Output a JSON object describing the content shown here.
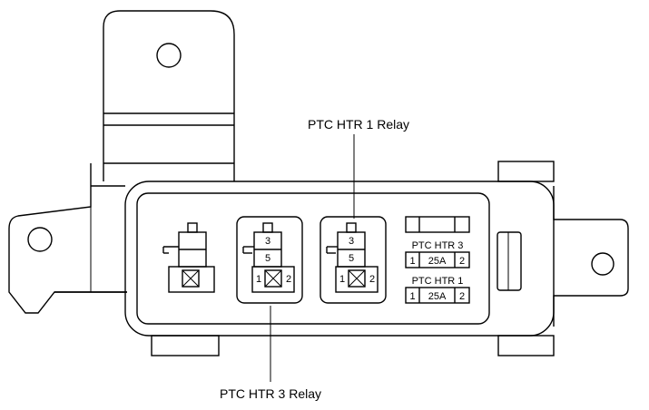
{
  "callouts": {
    "relay1": "PTC HTR 1 Relay",
    "relay3": "PTC HTR 3 Relay"
  },
  "relays": {
    "relay3_pins": {
      "top": "3",
      "mid": "5",
      "left": "1",
      "right": "2"
    },
    "relay1_pins": {
      "top": "3",
      "mid": "5",
      "left": "1",
      "right": "2"
    }
  },
  "fuses": {
    "htr3": {
      "title": "PTC HTR 3",
      "left": "1",
      "rating": "25A",
      "right": "2"
    },
    "htr1": {
      "title": "PTC HTR 1",
      "left": "1",
      "rating": "25A",
      "right": "2"
    }
  }
}
